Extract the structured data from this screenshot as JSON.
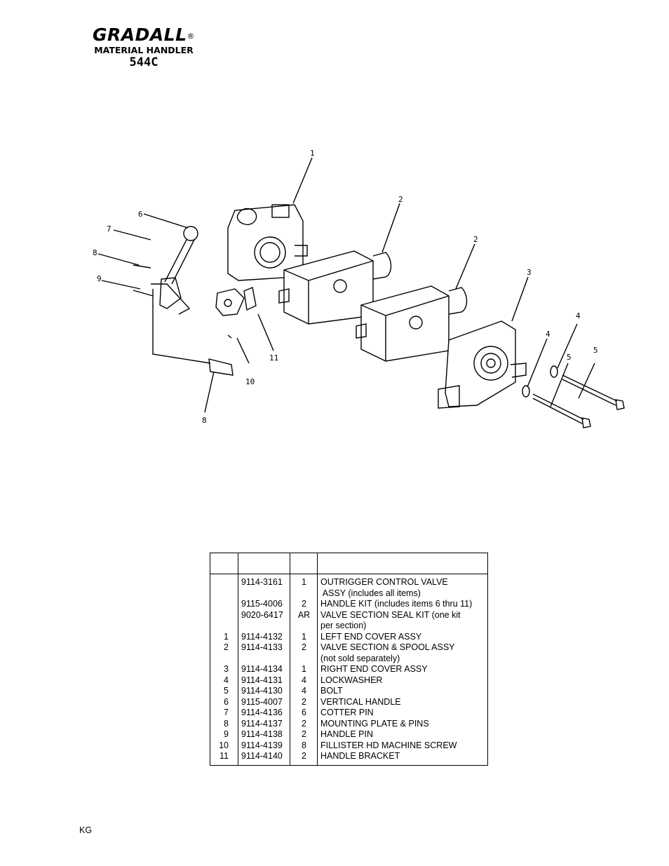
{
  "header": {
    "brand": "GRADALL",
    "registered_mark": "®",
    "subtitle": "MATERIAL HANDLER",
    "model": "544C"
  },
  "diagram": {
    "callouts": [
      "1",
      "2",
      "2",
      "3",
      "4",
      "4",
      "5",
      "5",
      "6",
      "7",
      "8",
      "9",
      "10",
      "11",
      "8"
    ]
  },
  "parts_table": {
    "rows": [
      {
        "item": "",
        "part": "9114-3161",
        "qty": "1",
        "desc": [
          "OUTRIGGER CONTROL VALVE",
          " ASSY (includes all items)"
        ]
      },
      {
        "item": "",
        "part": "9115-4006",
        "qty": "2",
        "desc": [
          "HANDLE KIT (includes items 6 thru 11)"
        ]
      },
      {
        "item": "",
        "part": "9020-6417",
        "qty": "AR",
        "desc": [
          "VALVE SECTION SEAL KIT (one kit",
          "per section)"
        ]
      },
      {
        "item": "1",
        "part": "9114-4132",
        "qty": "1",
        "desc": [
          "LEFT END COVER ASSY"
        ]
      },
      {
        "item": "2",
        "part": "9114-4133",
        "qty": "2",
        "desc": [
          "VALVE SECTION & SPOOL ASSY",
          "(not sold separately)"
        ]
      },
      {
        "item": "3",
        "part": "9114-4134",
        "qty": "1",
        "desc": [
          "RIGHT END COVER ASSY"
        ]
      },
      {
        "item": "4",
        "part": "9114-4131",
        "qty": "4",
        "desc": [
          "LOCKWASHER"
        ]
      },
      {
        "item": "5",
        "part": "9114-4130",
        "qty": "4",
        "desc": [
          "BOLT"
        ]
      },
      {
        "item": "6",
        "part": "9115-4007",
        "qty": "2",
        "desc": [
          "VERTICAL HANDLE"
        ]
      },
      {
        "item": "7",
        "part": "9114-4136",
        "qty": "6",
        "desc": [
          "COTTER PIN"
        ]
      },
      {
        "item": "8",
        "part": "9114-4137",
        "qty": "2",
        "desc": [
          "MOUNTING PLATE & PINS"
        ]
      },
      {
        "item": "9",
        "part": "9114-4138",
        "qty": "2",
        "desc": [
          "HANDLE PIN"
        ]
      },
      {
        "item": "10",
        "part": "9114-4139",
        "qty": "8",
        "desc": [
          "FILLISTER HD MACHINE SCREW"
        ]
      },
      {
        "item": "11",
        "part": "9114-4140",
        "qty": "2",
        "desc": [
          "HANDLE BRACKET"
        ]
      }
    ]
  },
  "footer": {
    "code": "KG"
  }
}
